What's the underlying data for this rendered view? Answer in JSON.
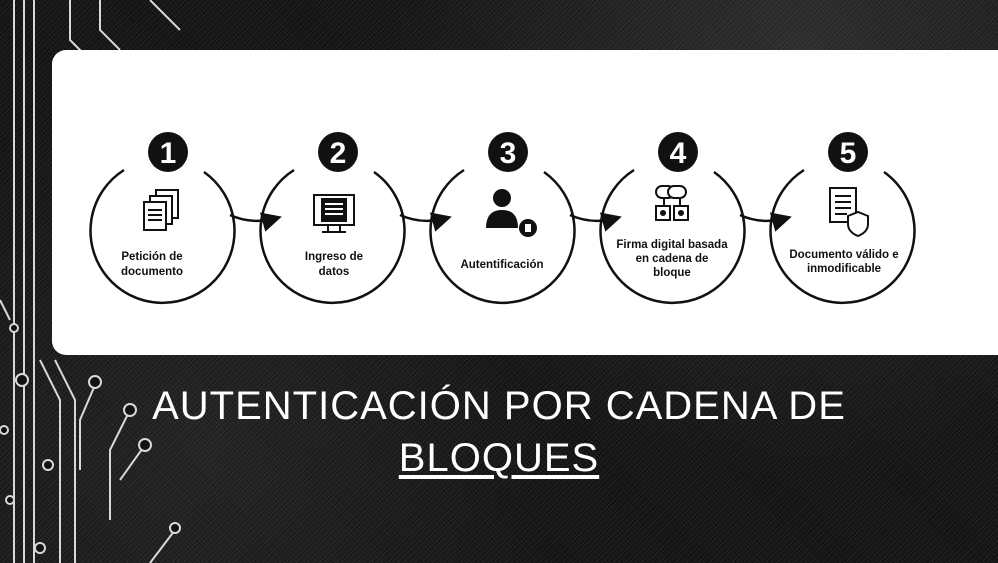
{
  "title": {
    "line1": "AUTENTICACIÓN POR CADENA DE",
    "line2": "BLOQUES"
  },
  "steps": [
    {
      "number": "1",
      "label_lines": [
        "Petición de",
        "documento"
      ],
      "icon": "documents-icon"
    },
    {
      "number": "2",
      "label_lines": [
        "Ingreso de",
        "datos"
      ],
      "icon": "monitor-icon"
    },
    {
      "number": "3",
      "label_lines": [
        "Autentificación"
      ],
      "icon": "user-lock-icon"
    },
    {
      "number": "4",
      "label_lines": [
        "Firma digital basada",
        "en cadena de",
        "bloque"
      ],
      "icon": "chain-locks-icon"
    },
    {
      "number": "5",
      "label_lines": [
        "Documento válido e",
        "inmodificable"
      ],
      "icon": "document-shield-icon"
    }
  ],
  "colors": {
    "panel": "#ffffff",
    "background": "#121212",
    "badge": "#111111",
    "title_text": "#ffffff"
  }
}
